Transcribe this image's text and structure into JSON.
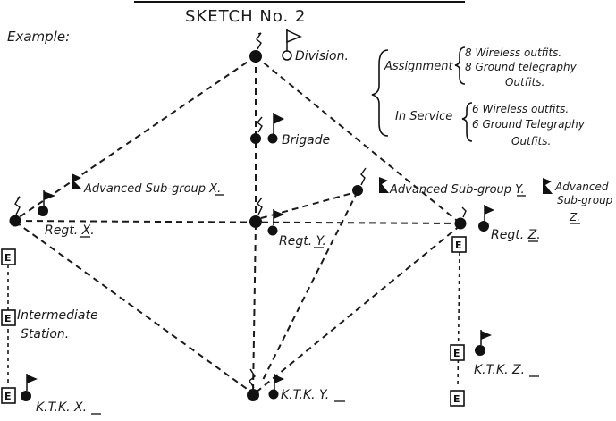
{
  "title": "SKETCH No. 2",
  "example_label": "Example:",
  "division_label": "Division.",
  "brigade_label": "Brigade",
  "adv_x_label": "Advanced Sub-group X.",
  "adv_y_label": "Advanced Sub-group Y.",
  "adv_z_label": [
    "Advanced",
    "Sub-group",
    "Z."
  ],
  "regt_x": "Regt. X.",
  "regt_y": "Regt. Y.",
  "regt_z": "Regt. Z.",
  "intermediate": [
    "Intermediate",
    "Station."
  ],
  "ktk_x": "K.T.K. X.",
  "ktk_y": "K.T.K. Y.",
  "ktk_z": "K.T.K. Z.",
  "e_label": "E",
  "assignment": {
    "label": "Assignment",
    "lines": [
      "8 Wireless outfits.",
      "8 Ground telegraphy",
      "Outfits."
    ]
  },
  "in_service": {
    "label": "In Service",
    "lines": [
      "6 Wireless outfits.",
      "6 Ground Telegraphy",
      "Outfits."
    ]
  }
}
